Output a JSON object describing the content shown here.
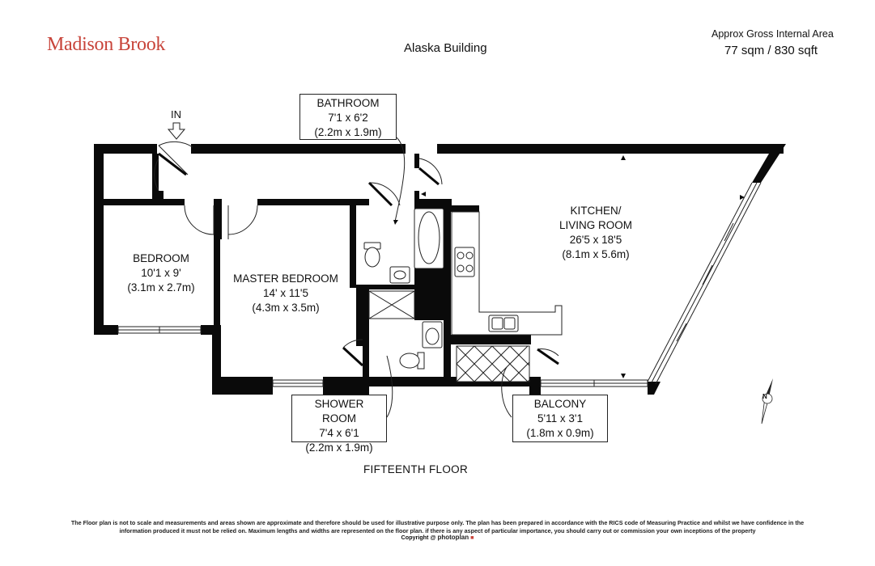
{
  "header": {
    "brand": "Madison Brook",
    "building": "Alaska Building",
    "area_label": "Approx Gross Internal Area",
    "area_value": "77 sqm / 830 sqft"
  },
  "entrance": {
    "label": "IN"
  },
  "rooms": {
    "bedroom": {
      "name": "BEDROOM",
      "imperial": "10'1 x 9'",
      "metric": "(3.1m x 2.7m)"
    },
    "master": {
      "name": "MASTER BEDROOM",
      "imperial": "14' x 11'5",
      "metric": "(4.3m x 3.5m)"
    },
    "kitchen": {
      "name_line1": "KITCHEN/",
      "name_line2": "LIVING ROOM",
      "imperial": "26'5 x 18'5",
      "metric": "(8.1m x 5.6m)"
    },
    "bathroom": {
      "name": "BATHROOM",
      "imperial": "7'1 x 6'2",
      "metric": "(2.2m x 1.9m)"
    },
    "shower": {
      "name": "SHOWER ROOM",
      "imperial": "7'4 x 6'1",
      "metric": "(2.2m x 1.9m)"
    },
    "balcony": {
      "name": "BALCONY",
      "imperial": "5'11 x 3'1",
      "metric": "(1.8m x 0.9m)"
    }
  },
  "floor_label": "FIFTEENTH FLOOR",
  "compass": {
    "label": "N"
  },
  "footer": {
    "disclaimer": "The Floor plan is not to scale and measurements and areas shown are approximate and therefore should be used for illustrative purpose only. The plan has been prepared in accordance with the RICS code of Measuring Practice and whilst we have confidence in the information produced it must not be relied on. Maximum  lengths and widths are represented on the floor plan. if there is any aspect of particular importance, you should carry out or commission your own inceptions of the property",
    "copyright": "Copyright @",
    "copyright_brand": "photoplan"
  },
  "colors": {
    "brand": "#c8443a",
    "wall": "#0a0a0a",
    "line": "#222222"
  }
}
